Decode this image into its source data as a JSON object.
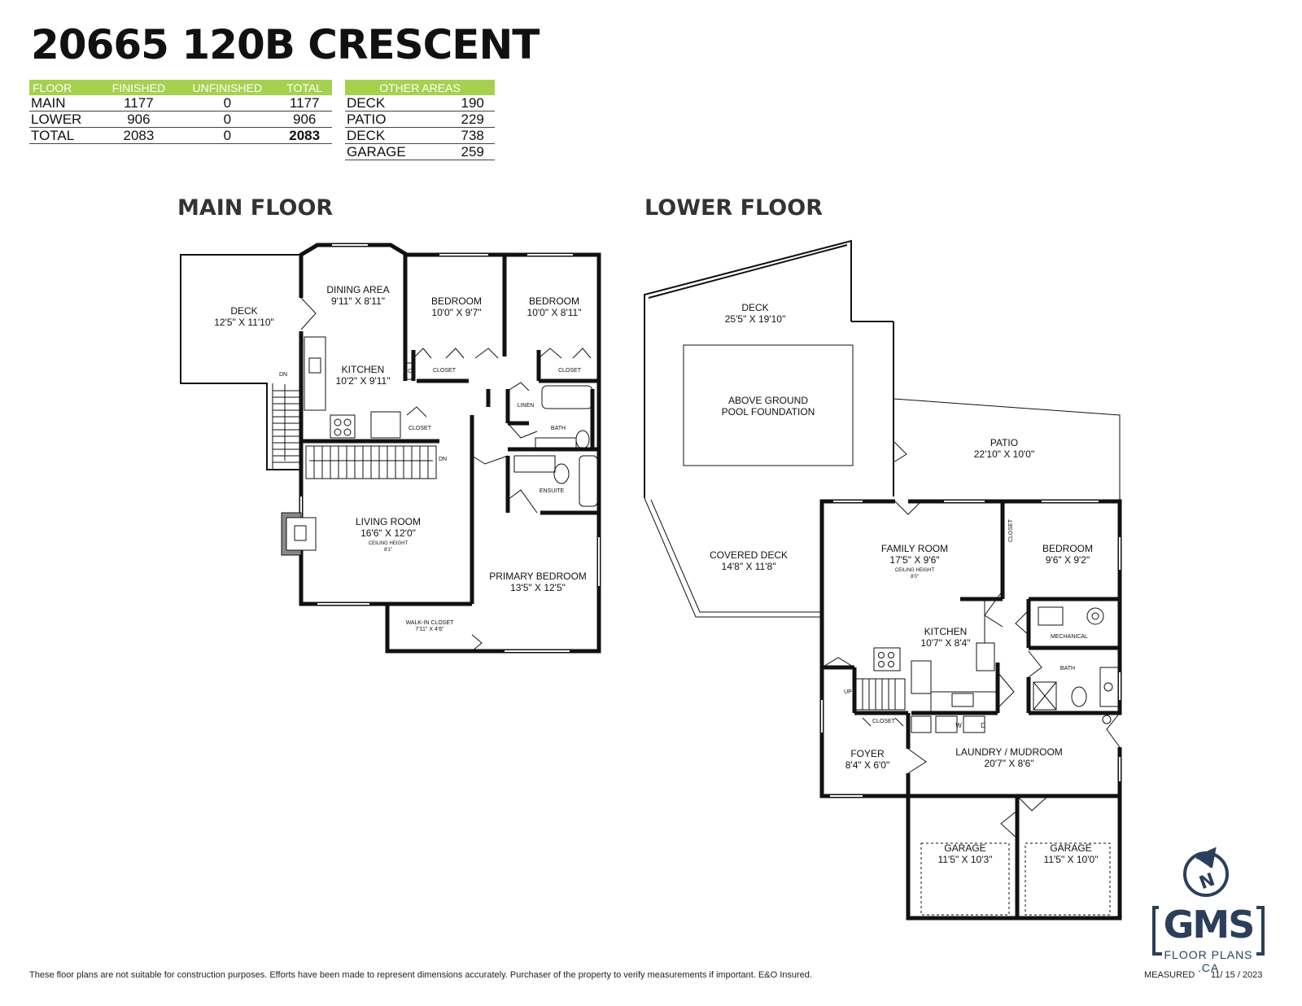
{
  "title": "20665 120B CRESCENT",
  "floor_table": {
    "headers": [
      "FLOOR",
      "FINISHED",
      "UNFINISHED",
      "TOTAL"
    ],
    "rows": [
      [
        "MAIN",
        "1177",
        "0",
        "1177"
      ],
      [
        "LOWER",
        "906",
        "0",
        "906"
      ],
      [
        "TOTAL",
        "2083",
        "0",
        "2083"
      ]
    ]
  },
  "other_table": {
    "header": "OTHER AREAS",
    "rows": [
      [
        "DECK",
        "190"
      ],
      [
        "PATIO",
        "229"
      ],
      [
        "DECK",
        "738"
      ],
      [
        "GARAGE",
        "259"
      ]
    ]
  },
  "main_floor": {
    "title": "MAIN FLOOR",
    "rooms": {
      "deck": {
        "name": "DECK",
        "dims": "12'5\" X 11'10\""
      },
      "dining": {
        "name": "DINING AREA",
        "dims": "9'11\" X 8'11\""
      },
      "bedroom1": {
        "name": "BEDROOM",
        "dims": "10'0\" X 9'7\""
      },
      "bedroom2": {
        "name": "BEDROOM",
        "dims": "10'0\" X 8'11\""
      },
      "kitchen": {
        "name": "KITCHEN",
        "dims": "10'2\" X 9'11\""
      },
      "living": {
        "name": "LIVING ROOM",
        "dims": "16'6\" X 12'0\"",
        "note": "CEILING HEIGHT",
        "height": "8'1\""
      },
      "primary": {
        "name": "PRIMARY BEDROOM",
        "dims": "13'5\" X 12'5\""
      },
      "walkin": {
        "name": "WALK-IN CLOSET",
        "dims": "7'11\" X 4'6\""
      }
    },
    "labels": {
      "closet": "CLOSET",
      "cb": "CB",
      "linen": "LINEN",
      "bath": "BATH",
      "ensuite": "ENSUITE",
      "dn": "DN"
    }
  },
  "lower_floor": {
    "title": "LOWER FLOOR",
    "rooms": {
      "deck": {
        "name": "DECK",
        "dims": "25'5\" X 19'10\""
      },
      "pool": {
        "name": "ABOVE GROUND",
        "name2": "POOL FOUNDATION"
      },
      "patio": {
        "name": "PATIO",
        "dims": "22'10\" X 10'0\""
      },
      "covered": {
        "name": "COVERED DECK",
        "dims": "14'8\" X 11'8\""
      },
      "family": {
        "name": "FAMILY ROOM",
        "dims": "17'5\" X 9'6\"",
        "note": "CEILING HEIGHT",
        "height": "8'0\""
      },
      "bedroom": {
        "name": "BEDROOM",
        "dims": "9'6\" X 9'2\""
      },
      "kitchen": {
        "name": "KITCHEN",
        "dims": "10'7\" X 8'4\""
      },
      "foyer": {
        "name": "FOYER",
        "dims": "8'4\" X 6'0\""
      },
      "laundry": {
        "name": "LAUNDRY / MUDROOM",
        "dims": "20'7\" X 8'6\""
      },
      "garage1": {
        "name": "GARAGE",
        "dims": "11'5\" X 10'3\""
      },
      "garage2": {
        "name": "GARAGE",
        "dims": "11'5\" X 10'0\""
      }
    },
    "labels": {
      "closet": "CLOSET",
      "mechanical": "MECHANICAL",
      "bath": "BATH",
      "up": "UP",
      "w": "W",
      "d": "D"
    }
  },
  "compass_letter": "N",
  "logo": {
    "main": "GMS",
    "sub": "FLOOR PLANS .CA"
  },
  "footer": {
    "disclaimer": "These floor plans are not suitable for construction purposes. Efforts have been made to represent dimensions accurately.  Purchaser of the property to verify measurements if important.  E&O Insured.",
    "measured_label": "MEASURED",
    "date": "11/ 15 / 2023"
  },
  "colors": {
    "accent": "#a6d14f",
    "wall": "#111111",
    "logo": "#2c3f5a"
  }
}
